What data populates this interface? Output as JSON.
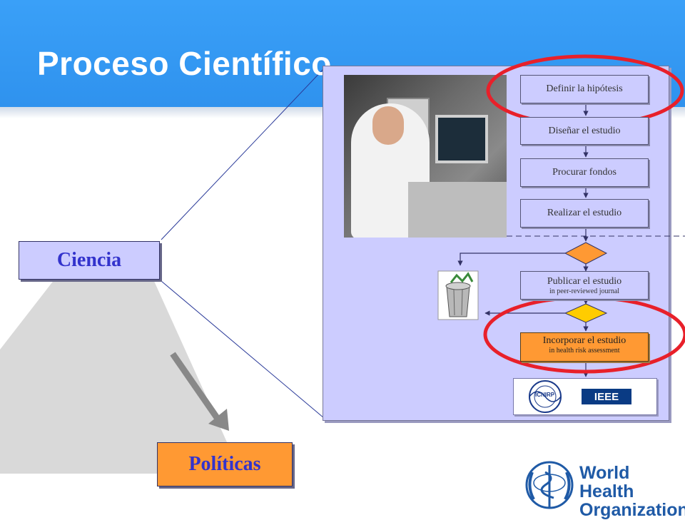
{
  "slide": {
    "title": "Proceso Científico"
  },
  "diagram": {
    "nodes": {
      "ciencia": "Ciencia",
      "politicas": "Políticas"
    },
    "flow_steps": {
      "definir": "Definir la hipótesis",
      "disenar": "Diseñar el estudio",
      "procurar": "Procurar fondos",
      "realizar": "Realizar el estudio",
      "publicar_main": "Publicar el estudio",
      "publicar_sub": "in peer-reviewed journal",
      "incorporar_main": "Incorporar el estudio",
      "incorporar_sub": "in health risk assessment"
    },
    "logos": {
      "icnirp_letters": "ICNIRP",
      "ieee": "IEEE"
    }
  },
  "footer": {
    "org_line1": "World Health",
    "org_line2": "Organization"
  },
  "colors": {
    "banner": "#3399ff",
    "panel": "#ccccff",
    "node_text": "#3333cc",
    "orange": "#ff9933",
    "highlight_ellipse": "#e8202a",
    "who_blue": "#1f5aa6"
  }
}
